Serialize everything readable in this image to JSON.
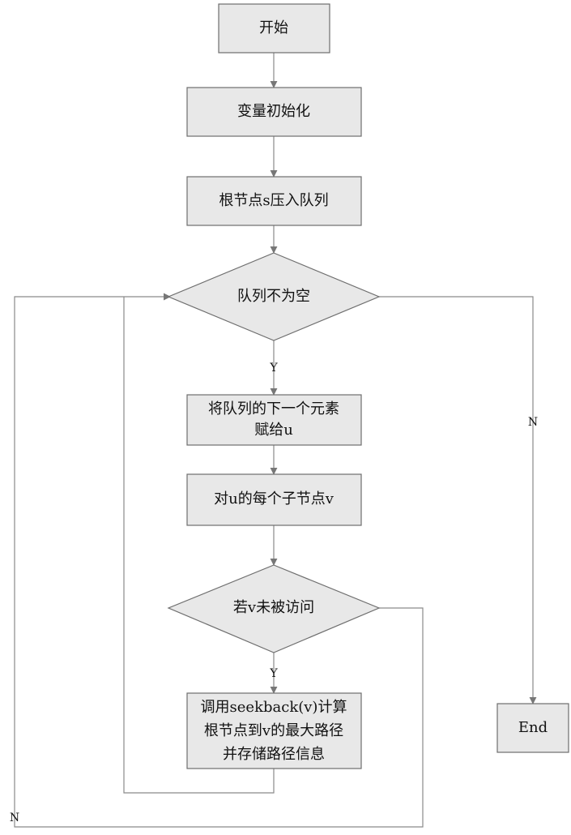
{
  "nodes": {
    "start": "开始",
    "init": "变量初始化",
    "push_root": "根节点s压入队列",
    "queue_not_empty": "队列不为空",
    "next_element": [
      "将队列的下一个元素",
      "赋给u"
    ],
    "for_each_child": "对u的每个子节点v",
    "not_visited": "若v未被访问",
    "seekback": [
      "调用seekback(v)计算",
      "根节点到v的最大路径",
      "并存储路径信息"
    ],
    "end": "End"
  },
  "edge_labels": {
    "queue_yes": "Y",
    "queue_no": "N",
    "visited_yes": "Y",
    "visited_no": "N"
  }
}
